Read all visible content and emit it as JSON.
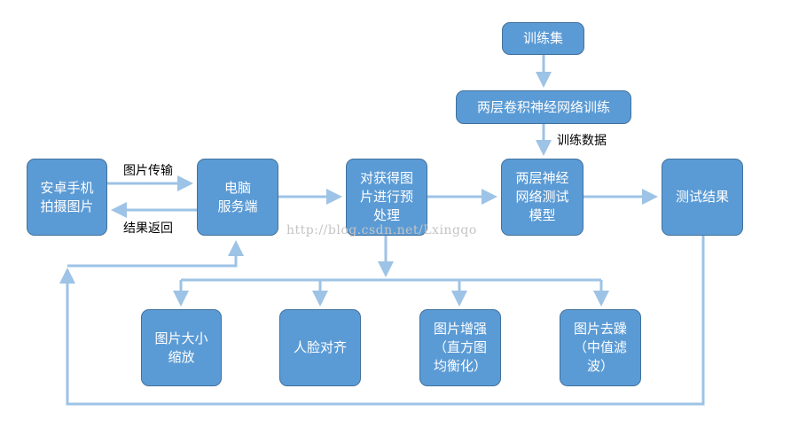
{
  "nodes": {
    "training_set": "训练集",
    "cnn_training": "两层卷积神经网络训练",
    "phone": "安卓手机\n拍摄图片",
    "server": "电脑\n服务端",
    "preprocess": "对获得图\n片进行预\n处理",
    "nn_test": "两层神经\n网络测试\n模型",
    "result": "测试结果",
    "resize": "图片大小\n缩放",
    "face_align": "人脸对齐",
    "enhance": "图片增强\n（直方图\n均衡化）",
    "denoise": "图片去躁\n（中值滤\n波）"
  },
  "edge_labels": {
    "image_transfer": "图片传输",
    "result_return": "结果返回",
    "training_data": "训练数据"
  },
  "watermark": "http://blog.csdn.net/Lxingqo",
  "colors": {
    "node_fill": "#5b9bd5",
    "node_border": "#41719c",
    "arrow": "#9dc3e6"
  }
}
